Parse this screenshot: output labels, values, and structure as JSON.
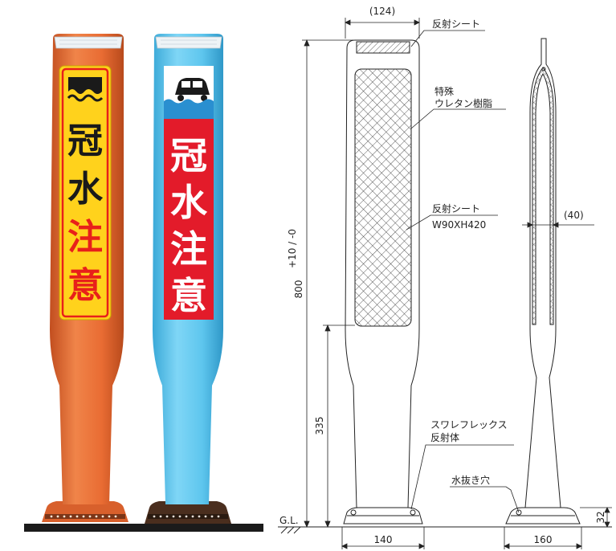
{
  "product_photos": {
    "orange_post": {
      "chars": [
        "冠",
        "水",
        "注",
        "意"
      ],
      "char_colors": [
        "#1a1a1a",
        "#1a1a1a",
        "#e8201a",
        "#e8201a"
      ],
      "body_color": "#e9703a",
      "panel_color": "#ffd21c",
      "icon": "flood-water-icon"
    },
    "blue_post": {
      "chars": [
        "冠",
        "水",
        "注",
        "意"
      ],
      "body_color": "#5ec6ee",
      "panel_color": "#e31b2a",
      "text_color": "#ffffff",
      "icon": "car-in-water-icon"
    }
  },
  "drawing": {
    "width_top": "(124)",
    "height_total_main": "800",
    "height_total_tol": "+10 / -0",
    "height_lower": "335",
    "base_front": "140",
    "base_side": "160",
    "base_height": "32",
    "thickness": "(40)",
    "ground": "G.L.",
    "callouts": {
      "reflect_top": "反射シート",
      "material_1": "特殊",
      "material_2": "ウレタン樹脂",
      "reflect_sheet": "反射シート",
      "reflect_size": "W90XH420",
      "swareflex_1": "スワレフレックス",
      "swareflex_2": "反射体",
      "drain": "水抜き穴"
    }
  }
}
